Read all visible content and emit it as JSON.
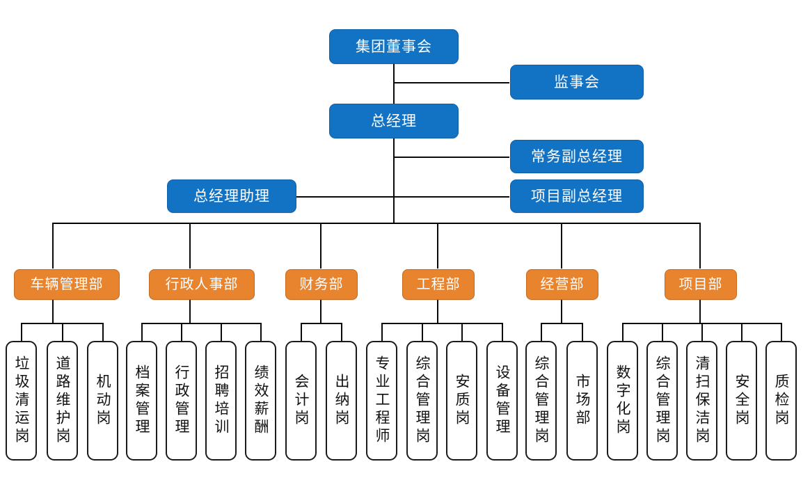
{
  "meta": {
    "title": "集团组织架构图",
    "colors": {
      "executive_fill": "#1272C4",
      "executive_border": "#0E5FA6",
      "department_fill": "#E8832E",
      "department_border": "#C5691F",
      "position_fill": "#FFFFFF",
      "position_border": "#1A1A1A",
      "connector": "#0A0A0A"
    }
  },
  "executive": {
    "board": "集团董事会",
    "supervisors": "监事会",
    "general_manager": "总经理",
    "executive_deputy_gm": "常务副总经理",
    "project_deputy_gm": "项目副总经理",
    "gm_assistant": "总经理助理"
  },
  "departments": [
    {
      "name": "车辆管理部",
      "positions": [
        "垃圾清运岗",
        "道路维护岗",
        "机动岗"
      ]
    },
    {
      "name": "行政人事部",
      "positions": [
        "档案管理",
        "行政管理",
        "招聘培训",
        "绩效薪酬"
      ]
    },
    {
      "name": "财务部",
      "positions": [
        "会计岗",
        "出纳岗"
      ]
    },
    {
      "name": "工程部",
      "positions": [
        "专业工程师",
        "综合管理岗",
        "安质岗",
        "设备管理"
      ]
    },
    {
      "name": "经营部",
      "positions": [
        "综合管理岗",
        "市场部"
      ]
    },
    {
      "name": "项目部",
      "positions": [
        "数字化岗",
        "综合管理岗",
        "清扫保洁岗",
        "安全岗",
        "质检岗"
      ]
    }
  ]
}
